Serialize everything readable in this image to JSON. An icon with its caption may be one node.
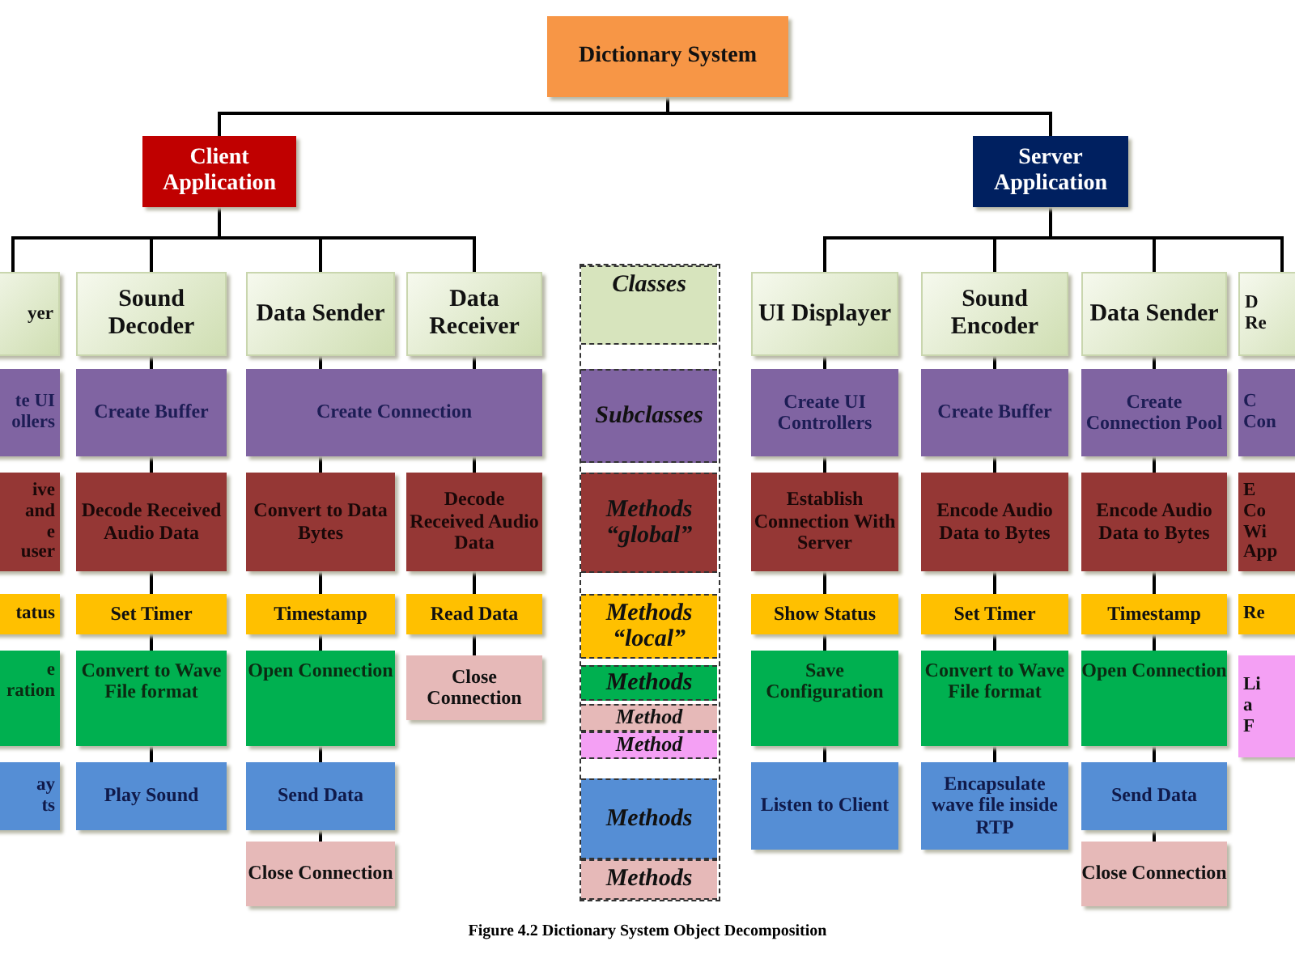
{
  "diagram": {
    "caption": "Figure 4.2 Dictionary System Object Decomposition",
    "nodes": [
      {
        "text": [
          "Dictionary System"
        ]
      },
      {
        "text": [
          "Client Application"
        ]
      },
      {
        "text": [
          "Server Application"
        ]
      },
      {
        "text": [
          "yer"
        ]
      },
      {
        "text": [
          "te UI ollers"
        ]
      },
      {
        "text": [
          "ive and e user"
        ]
      },
      {
        "text": [
          "tatus"
        ]
      },
      {
        "text": [
          "e ration"
        ]
      },
      {
        "text": [
          "ay ts"
        ]
      },
      {
        "text": [
          "Sound Decoder"
        ]
      },
      {
        "text": [
          "Create Buffer"
        ]
      },
      {
        "text": [
          "Decode Received Audio Data"
        ]
      },
      {
        "text": [
          "Set Timer"
        ]
      },
      {
        "text": [
          "Convert to Wave File format"
        ]
      },
      {
        "text": [
          "Play Sound"
        ]
      },
      {
        "text": [
          "Data Sender"
        ]
      },
      {
        "text": [
          "Create Connection"
        ]
      },
      {
        "text": [
          "Convert to Data Bytes"
        ]
      },
      {
        "text": [
          "Timestamp"
        ]
      },
      {
        "text": [
          "Open Connection"
        ]
      },
      {
        "text": [
          "Send Data"
        ]
      },
      {
        "text": [
          "Close Connection"
        ]
      },
      {
        "text": [
          "Data Receiver"
        ]
      },
      {
        "text": [
          "Decode Received Audio Data"
        ]
      },
      {
        "text": [
          "Read Data"
        ]
      },
      {
        "text": [
          "Close Connection"
        ]
      },
      {
        "text": [
          "UI Displayer"
        ]
      },
      {
        "text": [
          "Create UI Controllers"
        ]
      },
      {
        "text": [
          "Establish Connection With Server"
        ]
      },
      {
        "text": [
          "Show Status"
        ]
      },
      {
        "text": [
          "Save Configuration"
        ]
      },
      {
        "text": [
          "Listen to Client"
        ]
      },
      {
        "text": [
          "Sound Encoder"
        ]
      },
      {
        "text": [
          "Create Buffer"
        ]
      },
      {
        "text": [
          "Encode Audio Data to Bytes"
        ]
      },
      {
        "text": [
          "Set Timer"
        ]
      },
      {
        "text": [
          "Convert to Wave File format"
        ]
      },
      {
        "text": [
          "Encapsulate wave file inside RTP"
        ]
      },
      {
        "text": [
          "Data Sender"
        ]
      },
      {
        "text": [
          "Create Connection Pool"
        ]
      },
      {
        "text": [
          "Encode Audio Data to Bytes"
        ]
      },
      {
        "text": [
          "Timestamp"
        ]
      },
      {
        "text": [
          "Open Connection"
        ]
      },
      {
        "text": [
          "Send Data"
        ]
      },
      {
        "text": [
          "Close Connection"
        ]
      },
      {
        "text": [
          "D Re"
        ]
      },
      {
        "text": [
          "C Con"
        ]
      },
      {
        "text": [
          "E Co Wi App"
        ]
      },
      {
        "text": [
          "Re"
        ]
      },
      {
        "text": [
          "Li a F"
        ]
      }
    ],
    "edges": [
      {
        "from": 0,
        "to": 1,
        "arrow": "none"
      },
      {
        "from": 0,
        "to": 2,
        "arrow": "none"
      },
      {
        "from": 1,
        "to": 3,
        "arrow": "none"
      },
      {
        "from": 1,
        "to": 9,
        "arrow": "none"
      },
      {
        "from": 1,
        "to": 15,
        "arrow": "none"
      },
      {
        "from": 1,
        "to": 22,
        "arrow": "none"
      },
      {
        "from": 2,
        "to": 26,
        "arrow": "none"
      },
      {
        "from": 2,
        "to": 32,
        "arrow": "none"
      },
      {
        "from": 2,
        "to": 38,
        "arrow": "none"
      },
      {
        "from": 2,
        "to": 45,
        "arrow": "none"
      },
      {
        "from": 9,
        "to": 10,
        "arrow": "none"
      },
      {
        "from": 10,
        "to": 11,
        "arrow": "none"
      },
      {
        "from": 11,
        "to": 12,
        "arrow": "none"
      },
      {
        "from": 12,
        "to": 13,
        "arrow": "none"
      },
      {
        "from": 13,
        "to": 14,
        "arrow": "none"
      },
      {
        "from": 15,
        "to": 16,
        "arrow": "none"
      },
      {
        "from": 22,
        "to": 16,
        "arrow": "none"
      },
      {
        "from": 16,
        "to": 17,
        "arrow": "none"
      },
      {
        "from": 17,
        "to": 18,
        "arrow": "none"
      },
      {
        "from": 18,
        "to": 19,
        "arrow": "none"
      },
      {
        "from": 19,
        "to": 20,
        "arrow": "none"
      },
      {
        "from": 20,
        "to": 21,
        "arrow": "none"
      },
      {
        "from": 16,
        "to": 23,
        "arrow": "none"
      },
      {
        "from": 23,
        "to": 24,
        "arrow": "none"
      },
      {
        "from": 24,
        "to": 25,
        "arrow": "none"
      },
      {
        "from": 26,
        "to": 27,
        "arrow": "none"
      },
      {
        "from": 27,
        "to": 28,
        "arrow": "none"
      },
      {
        "from": 28,
        "to": 29,
        "arrow": "none"
      },
      {
        "from": 29,
        "to": 30,
        "arrow": "none"
      },
      {
        "from": 30,
        "to": 31,
        "arrow": "none"
      },
      {
        "from": 32,
        "to": 33,
        "arrow": "none"
      },
      {
        "from": 33,
        "to": 34,
        "arrow": "none"
      },
      {
        "from": 34,
        "to": 35,
        "arrow": "none"
      },
      {
        "from": 35,
        "to": 36,
        "arrow": "none"
      },
      {
        "from": 36,
        "to": 37,
        "arrow": "none"
      },
      {
        "from": 38,
        "to": 39,
        "arrow": "none"
      },
      {
        "from": 39,
        "to": 40,
        "arrow": "none"
      },
      {
        "from": 40,
        "to": 41,
        "arrow": "none"
      },
      {
        "from": 41,
        "to": 42,
        "arrow": "none"
      },
      {
        "from": 42,
        "to": 43,
        "arrow": "none"
      },
      {
        "from": 43,
        "to": 44,
        "arrow": "none"
      }
    ],
    "legend": [
      {
        "text": "Classes",
        "color": "#d7e4bd"
      },
      {
        "text": "Subclasses",
        "color": "#8064a2"
      },
      {
        "text": "Methods “global”",
        "color": "#953735"
      },
      {
        "text": "Methods “local”",
        "color": "#ffc000"
      },
      {
        "text": "Methods",
        "color": "#00b050"
      },
      {
        "text": "Method",
        "color": "#e6b9b8"
      },
      {
        "text": "Method",
        "color": "#f4a0f4"
      },
      {
        "text": "Methods",
        "color": "#558ed5"
      },
      {
        "text": "Methods",
        "color": "#e6b9b8"
      }
    ]
  }
}
